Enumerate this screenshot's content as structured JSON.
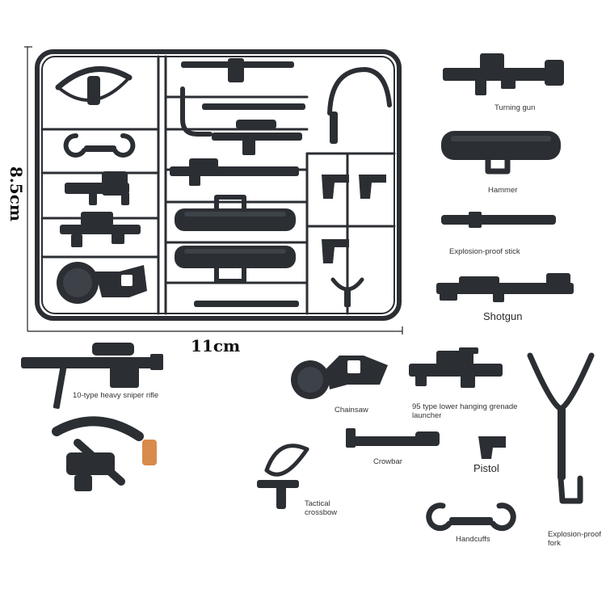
{
  "dimensions": {
    "height": "8.5cm",
    "width": "11cm"
  },
  "labels": {
    "turning_gun": "Turning gun",
    "hammer": "Hammer",
    "explosion_proof_stick": "Explosion-proof stick",
    "shotgun": "Shotgun",
    "sniper_rifle": "10-type heavy sniper rifle",
    "chainsaw": "Chainsaw",
    "grenade_launcher": "95 type lower hanging grenade launcher",
    "crowbar": "Crowbar",
    "pistol": "Pistol",
    "tactical_crossbow": "Tactical crossbow",
    "handcuffs": "Handcuffs",
    "explosion_proof_fork": "Explosion-proof fork"
  },
  "colors": {
    "plastic": "#2b2e33",
    "background": "#ffffff",
    "minifig_skin": "#d98b4c"
  }
}
